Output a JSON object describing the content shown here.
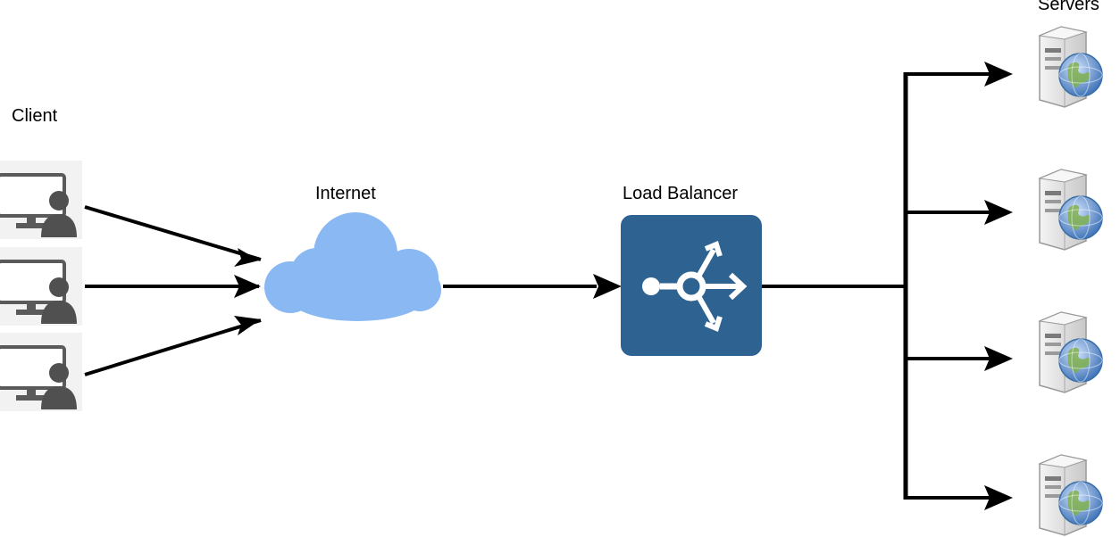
{
  "labels": {
    "client": "Client",
    "internet": "Internet",
    "load_balancer": "Load Balancer",
    "servers": "Servers"
  },
  "colors": {
    "cloud": "#8ab8f2",
    "load_balancer": "#2e6291",
    "connector": "#000000",
    "user_icon": "#505050",
    "monitor_frame": "#666666",
    "server_body": "#e6e6e6",
    "globe": "#4a7fc0"
  },
  "icons": {
    "client": "user-computer-icon",
    "internet": "cloud-icon",
    "load_balancer": "load-balancer-icon",
    "server": "web-server-icon"
  },
  "counts": {
    "clients": 3,
    "servers": 4
  }
}
